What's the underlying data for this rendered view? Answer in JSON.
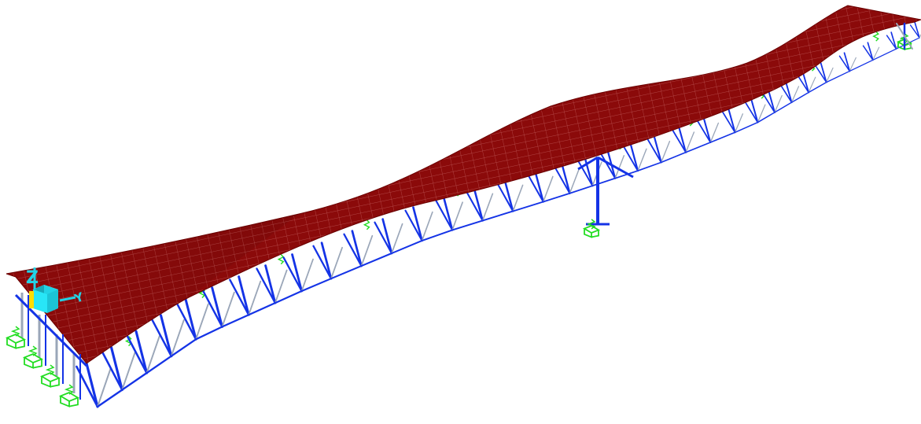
{
  "scene": {
    "type": "3d-structural-model-view",
    "background_color": "#ffffff",
    "deck_color": "#8b0a0a",
    "deck_mesh_color": "#d98080",
    "truss_color": "#1433e6",
    "truss_secondary_color": "#9aa6b8",
    "support_color": "#22dd22",
    "axis_color": "#22d3e6"
  },
  "axes": {
    "z_label": "Z",
    "y_label": "Y"
  },
  "icons": {
    "axis_triad": "axis-triad-icon",
    "support": "spring-support-icon"
  }
}
